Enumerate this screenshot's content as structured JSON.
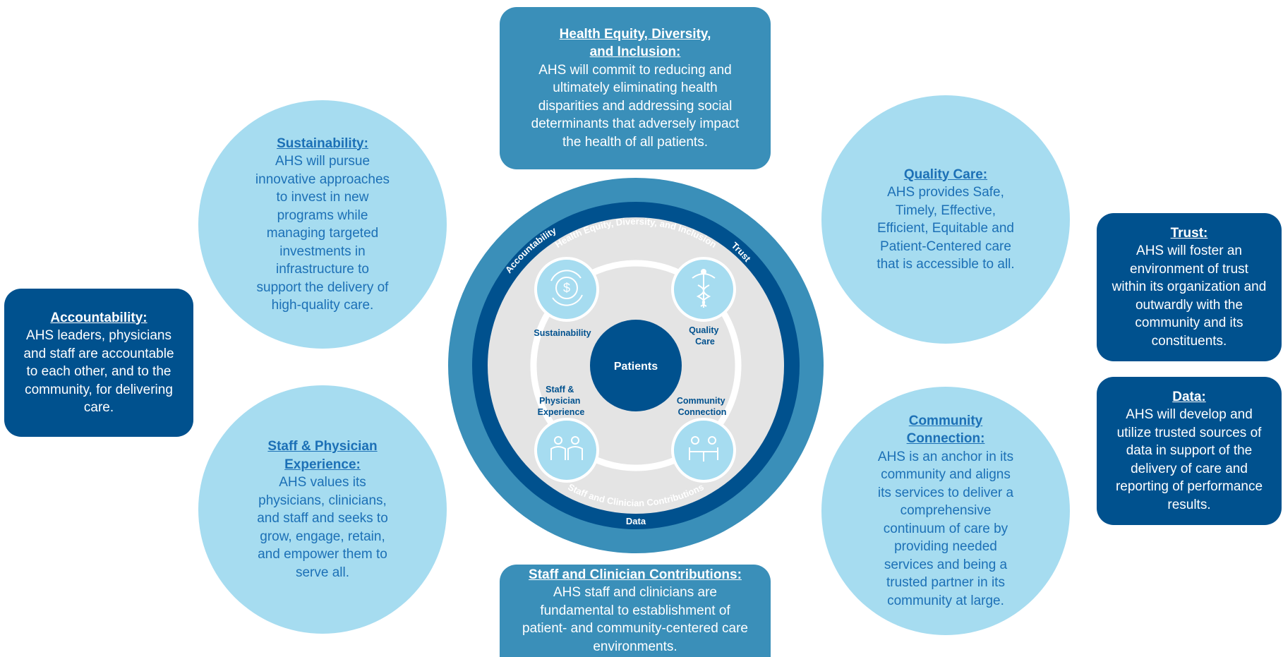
{
  "colors": {
    "dark_blue": "#00518e",
    "mid_blue": "#3a8fb9",
    "light_blue": "#a6dcf0",
    "text_blue": "#1c70b6",
    "inner_grey": "#e4e4e4"
  },
  "diagram": {
    "center_label": "Patients",
    "outer_ring_top": "Health Equity, Diversity, and Inclusion",
    "outer_ring_bottom": "Staff and Clinician Contributions",
    "inner_ring_accountability": "Accountability",
    "inner_ring_trust": "Trust",
    "inner_ring_data": "Data",
    "nodes": [
      {
        "label_lines": [
          "Sustainability"
        ],
        "icon": "dollar-cycle-icon"
      },
      {
        "label_lines": [
          "Quality",
          "Care"
        ],
        "icon": "caduceus-icon"
      },
      {
        "label_lines": [
          "Staff &",
          "Physician",
          "Experience"
        ],
        "icon": "team-icon"
      },
      {
        "label_lines": [
          "Community",
          "Connection"
        ],
        "icon": "meeting-icon"
      }
    ]
  },
  "cards": {
    "health_equity": {
      "title_lines": [
        "Health Equity, Diversity,",
        "and Inclusion:"
      ],
      "body_lines": [
        "AHS will commit to reducing and",
        "ultimately eliminating health",
        "disparities and addressing social",
        "determinants that adversely impact",
        "the health of all patients."
      ]
    },
    "sustainability": {
      "title_lines": [
        "Sustainability:"
      ],
      "body_lines": [
        "AHS will pursue",
        "innovative approaches",
        "to invest in new",
        "programs while",
        "managing targeted",
        "investments in",
        "infrastructure to",
        "support the delivery of",
        "high-quality care."
      ]
    },
    "quality_care": {
      "title_lines": [
        "Quality Care:"
      ],
      "body_lines": [
        "AHS provides Safe,",
        "Timely, Effective,",
        "Efficient, Equitable and",
        "Patient-Centered care",
        "that is accessible to all."
      ]
    },
    "trust": {
      "title_lines": [
        "Trust:"
      ],
      "body_lines": [
        "AHS will foster an",
        "environment of trust",
        "within its organization and",
        "outwardly with the",
        "community and its",
        "constituents."
      ]
    },
    "accountability": {
      "title_lines": [
        "Accountability:"
      ],
      "body_lines": [
        "AHS leaders, physicians",
        "and staff are accountable",
        "to each other, and to the",
        "community, for delivering",
        "care."
      ]
    },
    "data": {
      "title_lines": [
        "Data:"
      ],
      "body_lines": [
        "AHS will develop and",
        "utilize trusted sources of",
        "data in support of the",
        "delivery of care and",
        "reporting of performance",
        "results."
      ]
    },
    "staff_physician": {
      "title_lines": [
        "Staff & Physician",
        "Experience:"
      ],
      "body_lines": [
        "AHS values its",
        "physicians, clinicians,",
        "and staff and seeks to",
        "grow, engage, retain,",
        "and empower them to",
        "serve all."
      ]
    },
    "community_connection": {
      "title_lines": [
        "Community",
        "Connection:"
      ],
      "body_lines": [
        "AHS is an anchor in its",
        "community and aligns",
        "its services to deliver a",
        "comprehensive",
        "continuum of care by",
        "providing needed",
        "services and being a",
        "trusted partner in its",
        "community at large."
      ]
    },
    "staff_clinician": {
      "title_lines": [
        "Staff and Clinician Contributions:"
      ],
      "body_lines": [
        "AHS staff and clinicians are",
        "fundamental to establishment of",
        "patient- and community-centered care",
        "environments."
      ]
    }
  }
}
